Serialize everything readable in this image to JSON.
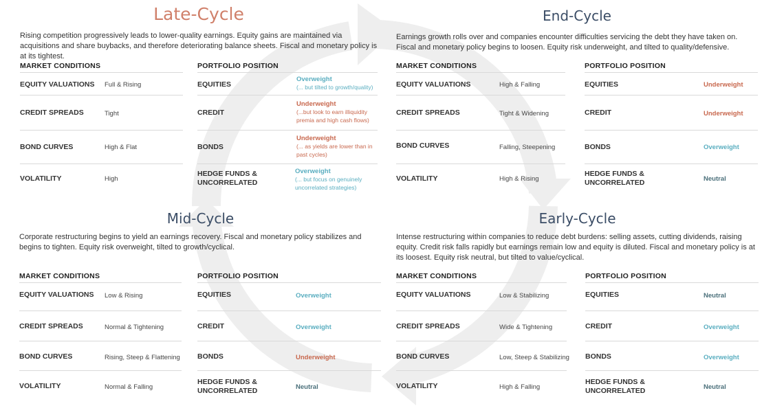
{
  "colors": {
    "overweight": "#5aaec0",
    "underweight": "#c8684e",
    "neutral": "#4a6f7a",
    "late_title": "#d0806a",
    "cycle_title": "#3b4d66",
    "cycle_arrow": "#eeeeee"
  },
  "headers": {
    "market": "MARKET CONDITIONS",
    "portfolio": "PORTFOLIO POSITION"
  },
  "late": {
    "title": "Late-Cycle",
    "description": "Rising competition progressively leads to lower-quality earnings. Equity gains are maintained via acquisitions and share buybacks, and therefore deteriorating balance sheets. Fiscal and monetary policy is at its tightest.",
    "conditions": [
      {
        "label": "EQUITY VALUATIONS",
        "value": "Full & Rising"
      },
      {
        "label": "CREDIT SPREADS",
        "value": "Tight"
      },
      {
        "label": "BOND CURVES",
        "value": "High & Flat"
      },
      {
        "label": "VOLATILITY",
        "value": "High"
      }
    ],
    "positions": [
      {
        "label": "EQUITIES",
        "value": "Overweight",
        "note": "(... but tilted to growth/quality)"
      },
      {
        "label": "CREDIT",
        "value": "Underweight",
        "note_line1": "(...but look to earn illiquidity",
        "note_line2": "premia and high cash flows)"
      },
      {
        "label": "BONDS",
        "value": "Underweight",
        "note_line1": "(... as yields are lower than in",
        "note_line2": "past cycles)"
      },
      {
        "label_line1": "HEDGE FUNDS &",
        "label_line2": "UNCORRELATED",
        "value": "Overweight",
        "note_line1": "(... but focus on genuinely",
        "note_line2": "uncorrelated strategies)"
      }
    ]
  },
  "end": {
    "title": "End-Cycle",
    "description": "Earnings growth rolls over and companies encounter difficulties servicing the debt they have taken on. Fiscal and monetary policy begins to loosen. Equity risk underweight, and tilted to quality/defensive.",
    "conditions": [
      {
        "label": "EQUITY VALUATIONS",
        "value": "High & Falling"
      },
      {
        "label": "CREDIT SPREADS",
        "value": "Tight & Widening"
      },
      {
        "label": "BOND CURVES",
        "value": "Falling, Steepening"
      },
      {
        "label": "VOLATILITY",
        "value": "High & Rising"
      }
    ],
    "positions": [
      {
        "label": "EQUITIES",
        "value": "Underweight"
      },
      {
        "label": "CREDIT",
        "value": "Underweight"
      },
      {
        "label": "BONDS",
        "value": "Overweight"
      },
      {
        "label_line1": "HEDGE FUNDS &",
        "label_line2": "UNCORRELATED",
        "value": "Neutral"
      }
    ]
  },
  "mid": {
    "title": "Mid-Cycle",
    "description": "Corporate restructuring begins to yield an earnings recovery. Fiscal and monetary policy stabilizes and begins to tighten. Equity risk overweight, tilted to growth/cyclical.",
    "conditions": [
      {
        "label": "EQUITY VALUATIONS",
        "value": "Low & Rising"
      },
      {
        "label": "CREDIT SPREADS",
        "value": "Normal & Tightening"
      },
      {
        "label": "BOND CURVES",
        "value": "Rising, Steep & Flattening"
      },
      {
        "label": "VOLATILITY",
        "value": "Normal & Falling"
      }
    ],
    "positions": [
      {
        "label": "EQUITIES",
        "value": "Overweight"
      },
      {
        "label": "CREDIT",
        "value": "Overweight"
      },
      {
        "label": "BONDS",
        "value": "Underweight"
      },
      {
        "label_line1": "HEDGE FUNDS &",
        "label_line2": "UNCORRELATED",
        "value": "Neutral"
      }
    ]
  },
  "early": {
    "title": "Early-Cycle",
    "description": "Intense restructuring within companies to reduce debt burdens: selling assets, cutting dividends, raising equity. Credit risk falls rapidly but earnings remain low and equity is diluted. Fiscal and monetary policy is at its loosest. Equity risk neutral, but tilted to value/cyclical.",
    "conditions": [
      {
        "label": "EQUITY VALUATIONS",
        "value": "Low & Stabilizing"
      },
      {
        "label": "CREDIT SPREADS",
        "value": "Wide & Tightening"
      },
      {
        "label": "BOND CURVES",
        "value": "Low, Steep & Stabilizing"
      },
      {
        "label": "VOLATILITY",
        "value": "High & Falling"
      }
    ],
    "positions": [
      {
        "label": "EQUITIES",
        "value": "Neutral"
      },
      {
        "label": "CREDIT",
        "value": "Overweight"
      },
      {
        "label": "BONDS",
        "value": "Overweight"
      },
      {
        "label_line1": "HEDGE FUNDS &",
        "label_line2": "UNCORRELATED",
        "value": "Neutral"
      }
    ]
  }
}
